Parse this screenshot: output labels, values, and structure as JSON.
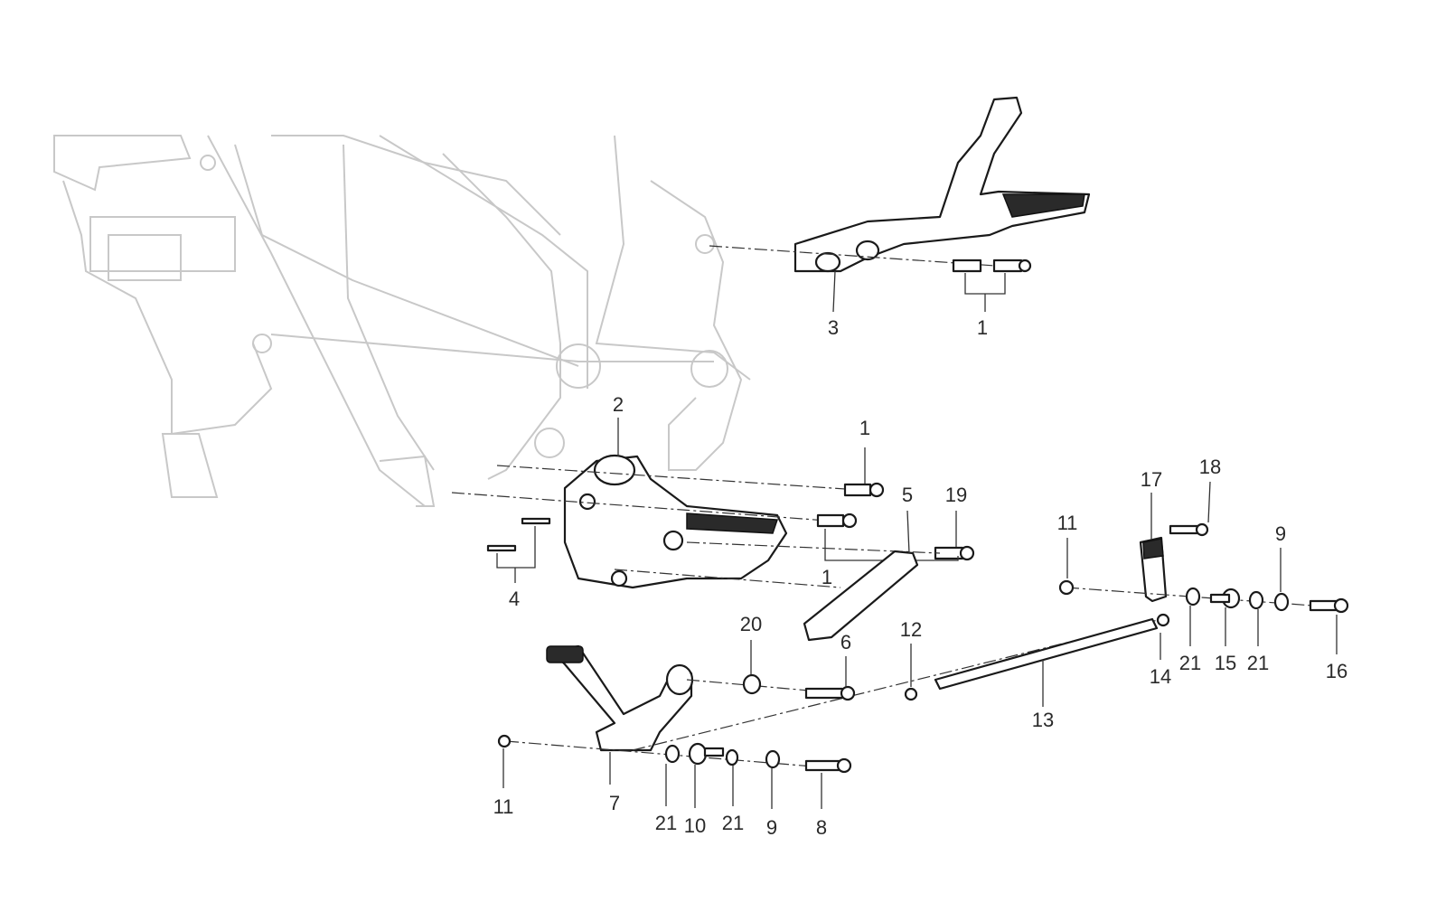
{
  "diagram": {
    "type": "exploded-parts-diagram",
    "callouts": [
      {
        "text": "1"
      },
      {
        "text": "2"
      },
      {
        "text": "3"
      },
      {
        "text": "1"
      },
      {
        "text": "4"
      },
      {
        "text": "5"
      },
      {
        "text": "19"
      },
      {
        "text": "1"
      },
      {
        "text": "17"
      },
      {
        "text": "18"
      },
      {
        "text": "11"
      },
      {
        "text": "9"
      },
      {
        "text": "20"
      },
      {
        "text": "6"
      },
      {
        "text": "12"
      },
      {
        "text": "14"
      },
      {
        "text": "21"
      },
      {
        "text": "15"
      },
      {
        "text": "21"
      },
      {
        "text": "16"
      },
      {
        "text": "13"
      },
      {
        "text": "11"
      },
      {
        "text": "7"
      },
      {
        "text": "21"
      },
      {
        "text": "10"
      },
      {
        "text": "21"
      },
      {
        "text": "9"
      },
      {
        "text": "8"
      }
    ]
  }
}
